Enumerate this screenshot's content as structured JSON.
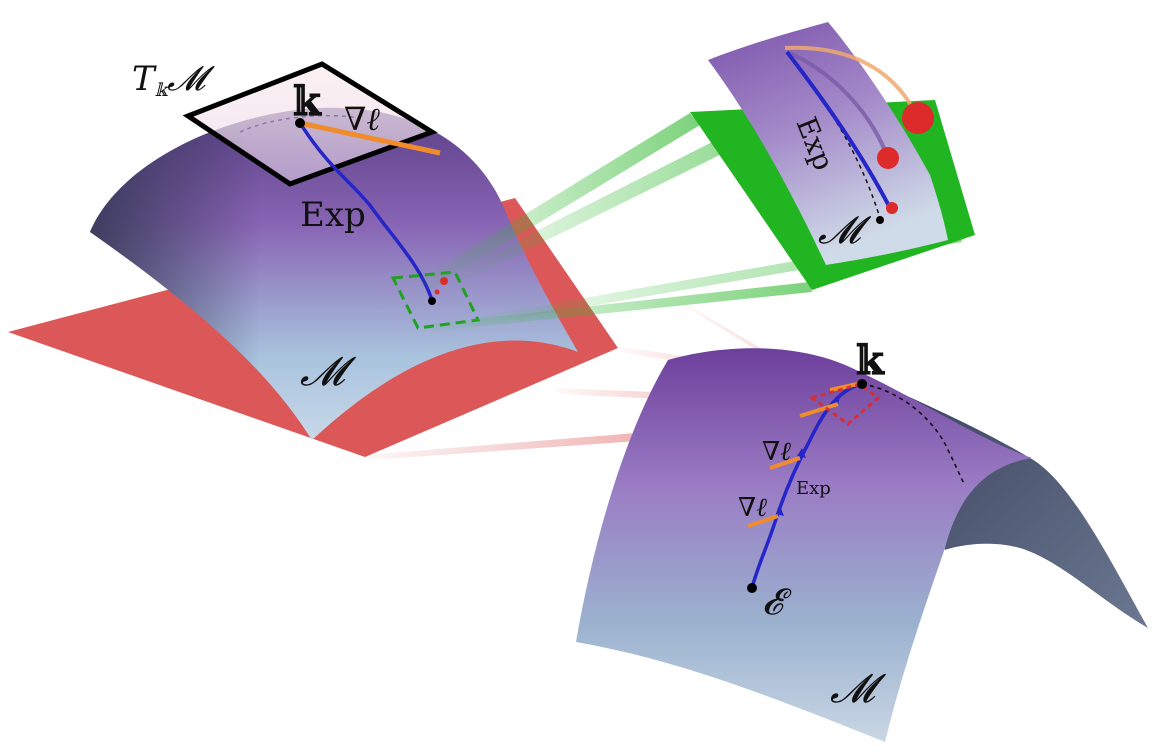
{
  "diagram": {
    "colors": {
      "ambient_plane": "#d94a4a",
      "zoom_plane": "#22b522",
      "zoom_rays": "#2fb82f",
      "red_rays": "#e06060",
      "geodesic": "#2626c8",
      "gradient": "#f08c2c",
      "point_red": "#dd2a2a",
      "surface_top": "#7a4fa8",
      "surface_bottom": "#b9cfe3"
    },
    "left_panel": {
      "tangent_space_label": "T",
      "tangent_space_sub": "𝕜",
      "tangent_space_manifold": "𝓜",
      "point_label": "𝕜",
      "gradient_label": "∇ℓ",
      "exp_label": "Exp",
      "manifold_label": "𝓜"
    },
    "zoom_panel": {
      "exp_label": "Exp",
      "manifold_label": "𝓜"
    },
    "right_panel": {
      "point_label": "𝕜",
      "gradient_label_1": "∇ℓ",
      "gradient_label_2": "∇ℓ",
      "exp_label": "Exp",
      "end_label": "𝓔",
      "manifold_label": "𝓜"
    }
  }
}
